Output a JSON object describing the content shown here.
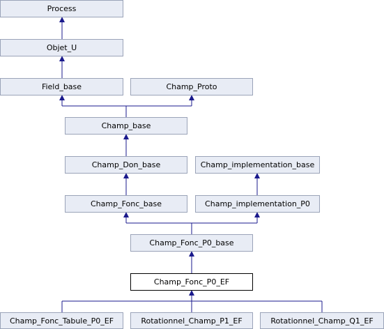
{
  "nodes": {
    "process": "Process",
    "objet_u": "Objet_U",
    "field_base": "Field_base",
    "champ_proto": "Champ_Proto",
    "champ_base": "Champ_base",
    "champ_don_base": "Champ_Don_base",
    "champ_implementation_base": "Champ_implementation_base",
    "champ_fonc_base": "Champ_Fonc_base",
    "champ_implementation_p0": "Champ_implementation_P0",
    "champ_fonc_p0_base": "Champ_Fonc_P0_base",
    "champ_fonc_p0_ef": "Champ_Fonc_P0_EF",
    "champ_fonc_tabule_p0_ef": "Champ_Fonc_Tabule_P0_EF",
    "rotationnel_champ_p1_ef": "Rotationnel_Champ_P1_EF",
    "rotationnel_champ_q1_ef": "Rotationnel_Champ_Q1_EF"
  },
  "colors": {
    "node_fill": "#e8ecf5",
    "node_border": "#9aa3b8",
    "current_border": "#000000",
    "edge": "#1a1a8c"
  }
}
